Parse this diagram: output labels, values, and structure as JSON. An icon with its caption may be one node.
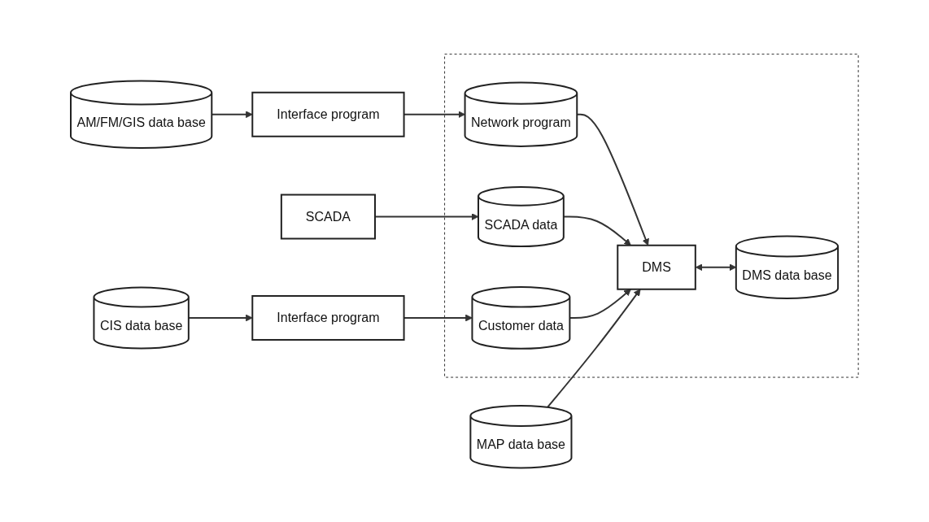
{
  "diagram": {
    "nodes": [
      {
        "text": [
          "AM/FM/GIS data base"
        ]
      },
      {
        "text": [
          "Interface program"
        ]
      },
      {
        "text": [],
        "shape": "box"
      },
      {
        "text": [
          "Network program"
        ],
        "in": 2
      },
      {
        "text": [
          "SCADA data"
        ],
        "in": 2
      },
      {
        "text": [
          "SCADA"
        ]
      },
      {
        "text": [
          "DMS"
        ],
        "in": 2
      },
      {
        "text": [
          "MAP data base"
        ]
      },
      {
        "text": [
          "CIS data base"
        ]
      },
      {
        "text": [
          "Interface program"
        ]
      },
      {
        "text": [
          "Customer data"
        ],
        "in": 2
      },
      {
        "text": [
          "DMS data base"
        ],
        "in": 2
      }
    ],
    "edges": [
      {
        "from": 0,
        "to": 1,
        "arrow": "to"
      },
      {
        "from": 1,
        "to": 3,
        "arrow": "to"
      },
      {
        "from": 5,
        "to": 4,
        "arrow": "to"
      },
      {
        "from": 3,
        "to": 6,
        "arrow": "to"
      },
      {
        "from": 4,
        "to": 6,
        "arrow": "to"
      },
      {
        "from": 7,
        "to": 6,
        "arrow": "to"
      },
      {
        "from": 8,
        "to": 9,
        "arrow": "to"
      },
      {
        "from": 9,
        "to": 10,
        "arrow": "to"
      },
      {
        "from": 10,
        "to": 6,
        "arrow": "to"
      },
      {
        "from": 6,
        "to": 11,
        "arrow": "both"
      }
    ]
  }
}
